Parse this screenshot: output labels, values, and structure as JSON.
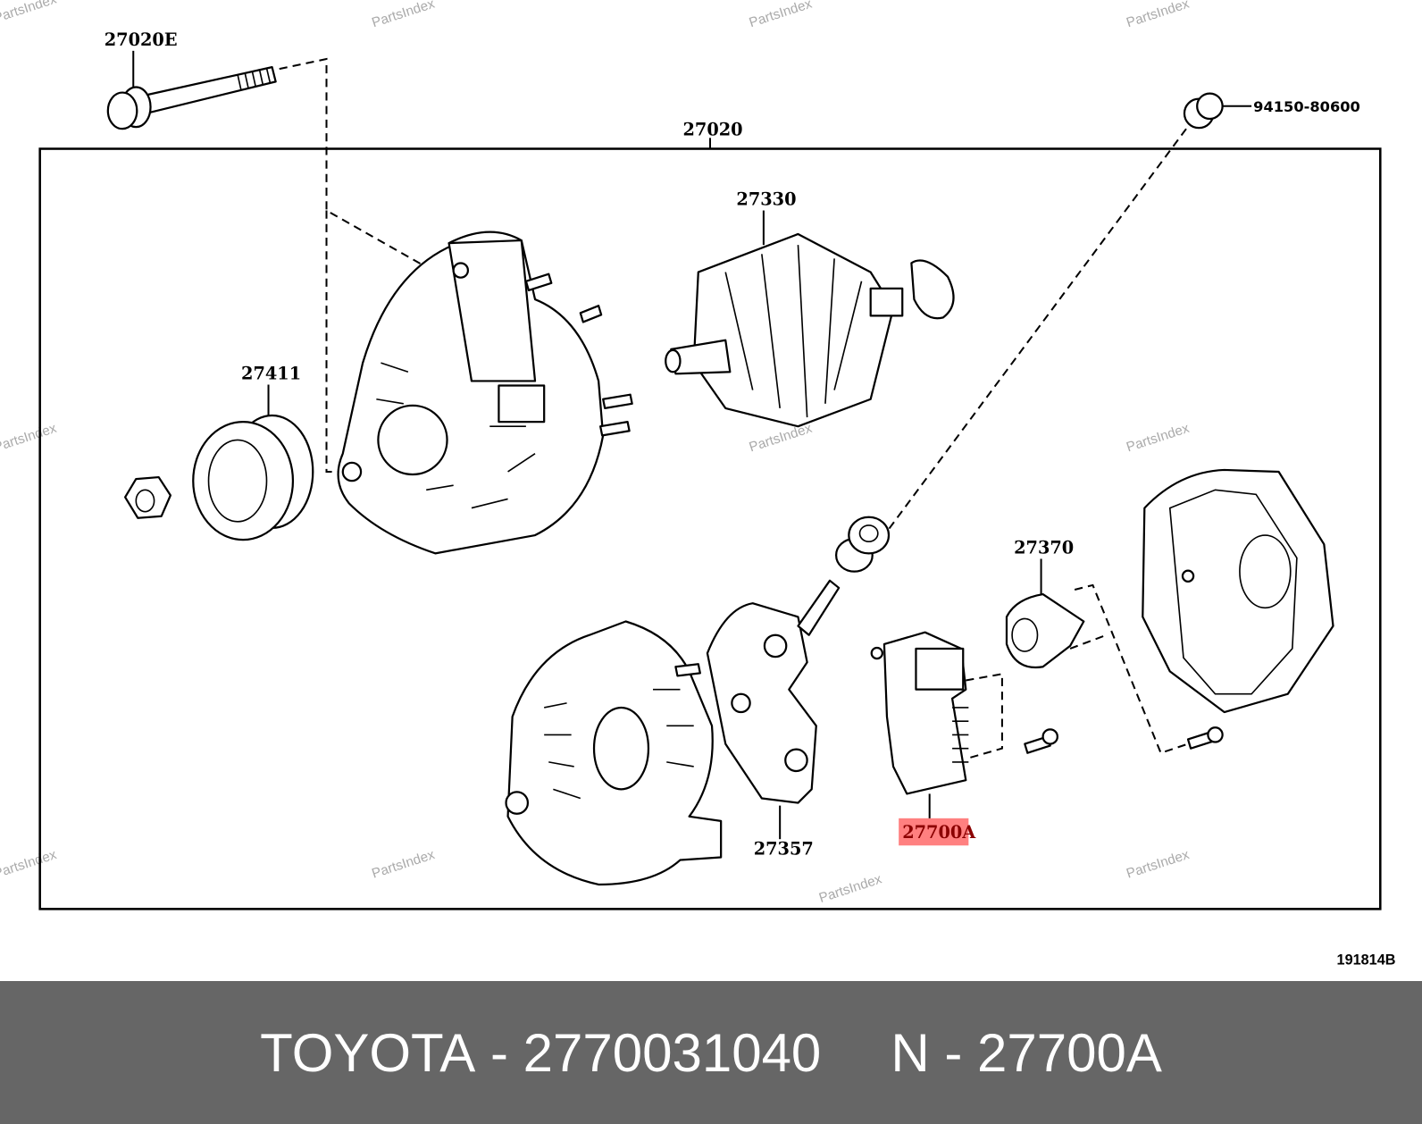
{
  "watermark": "PartsIndex",
  "diagram_code": "191814B",
  "labels": {
    "bolt": "27020E",
    "assembly": "27020",
    "nut_part": "94150-80600",
    "rotor": "27330",
    "pulley": "27411",
    "brush_holder": "27370",
    "rectifier": "27357",
    "regulator": "27700A"
  },
  "highlight_color": "#ff8080",
  "footer": {
    "brand": "TOYOTA",
    "sep1": " - ",
    "part_number": "2770031040",
    "n_prefix": "N",
    "sep2": " - ",
    "ref": "27700A"
  }
}
